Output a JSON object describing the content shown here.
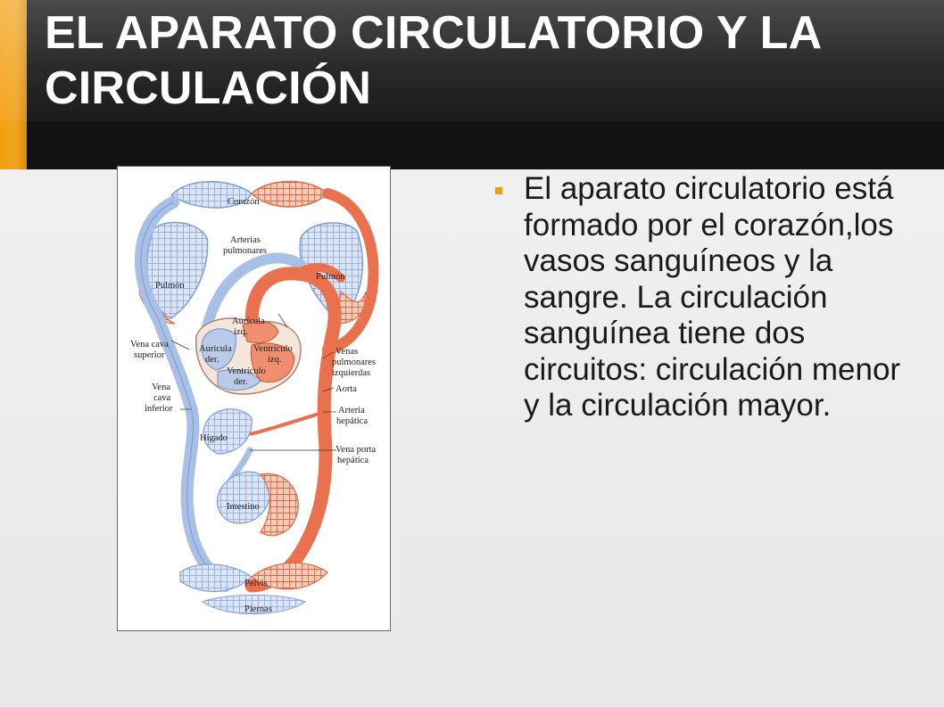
{
  "slide": {
    "title": "EL APARATO CIRCULATORIO Y LA CIRCULACIÓN",
    "bullets": [
      "El aparato circulatorio está formado por el corazón,los vasos sanguíneos y la sangre. La circulación sanguínea tiene dos circuitos: circulación menor y la circulación mayor."
    ]
  },
  "figure": {
    "labels": {
      "corazon": "Corazón",
      "arterias_1": "Arterias",
      "arterias_2": "pulmonares",
      "pulmon_izq": "Pulmón",
      "pulmon_der": "Pulmón",
      "auricula_izq_1": "Aurícula",
      "auricula_izq_2": "izq.",
      "auricula_der_1": "Aurícula",
      "auricula_der_2": "der.",
      "ventriculo_izq_1": "Ventrículo",
      "ventriculo_izq_2": "izq.",
      "ventriculo_der_1": "Ventrículo",
      "ventriculo_der_2": "der.",
      "vena_cava_sup_1": "Vena cava",
      "vena_cava_sup_2": "superior",
      "venas_pulm_1": "Venas",
      "venas_pulm_2": "pulmonares",
      "venas_pulm_3": "izquierdas",
      "aorta": "Aorta",
      "vena_cava_inf_1": "Vena",
      "vena_cava_inf_2": "cava",
      "vena_cava_inf_3": "inferior",
      "arteria_hep_1": "Arteria",
      "arteria_hep_2": "hepática",
      "higado": "Hígado",
      "vena_porta_1": "Vena porta",
      "vena_porta_2": "hepática",
      "intestino": "Intestino",
      "pelvis": "Pelvis",
      "piernas": "Piernas"
    }
  },
  "colors": {
    "accent": "#f09a16",
    "title_bar": "#1b1b1b",
    "venous_blue": "#a9c0e6",
    "arterial_red": "#e9714e"
  }
}
